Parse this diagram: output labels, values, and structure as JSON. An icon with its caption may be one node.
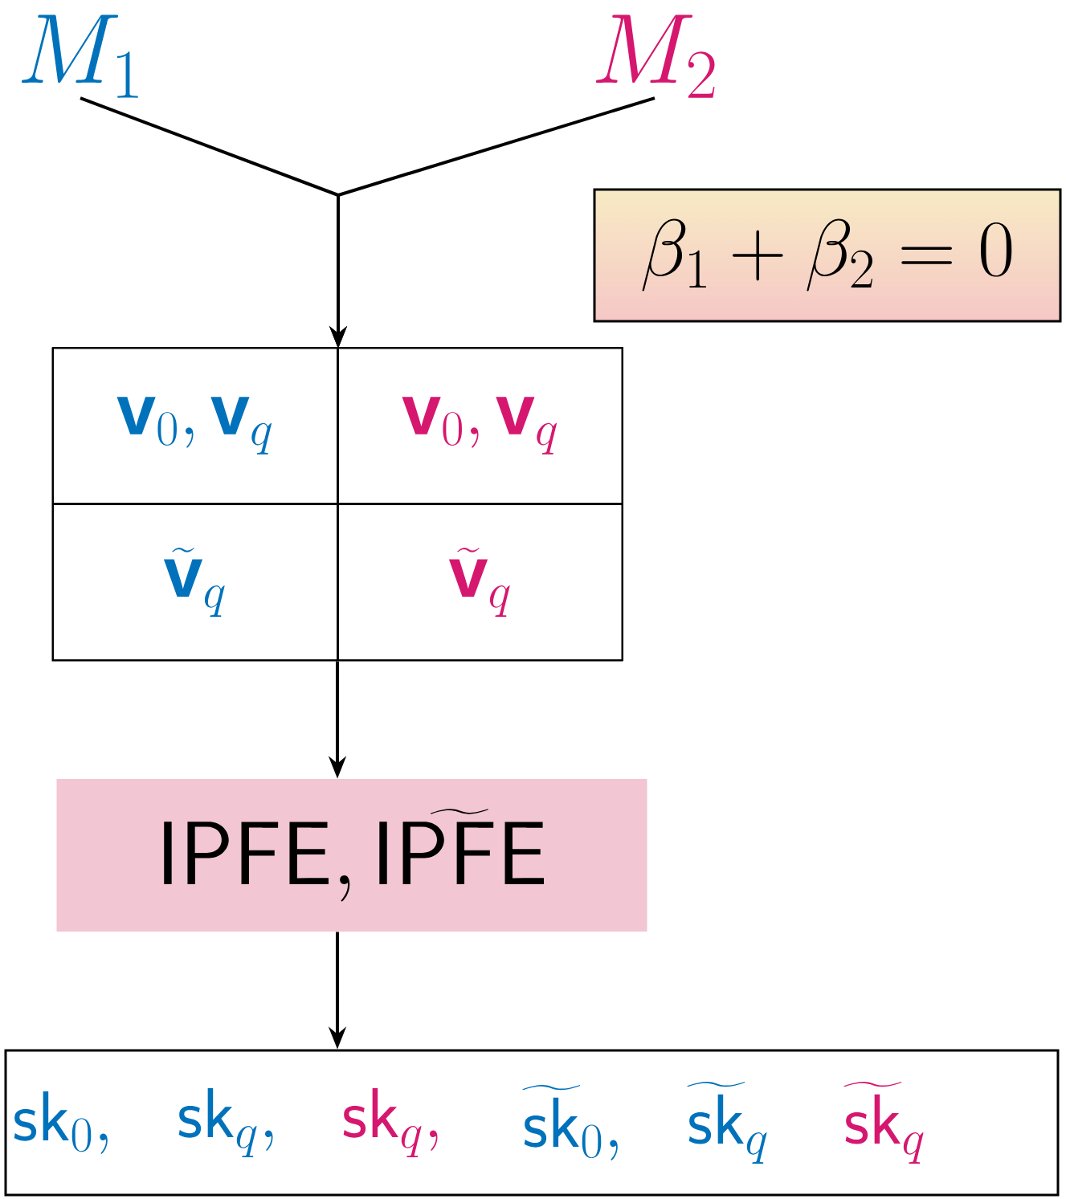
{
  "diagram": {
    "nodes": [
      {
        "text": [
          "M_1"
        ]
      },
      {
        "text": [
          "M_2"
        ]
      },
      {
        "text": [],
        "shape": "box"
      },
      {
        "text": [
          "\\mathbf{v}_0, \\mathbf{v}_q"
        ],
        "in": 2
      },
      {
        "text": [
          "\\mathbf{v}_0, \\mathbf{v}_q"
        ],
        "in": 2
      },
      {
        "text": [
          "\\widetilde{\\mathbf{v}}_q"
        ],
        "in": 2
      },
      {
        "text": [
          "\\widetilde{\\mathbf{v}}_q"
        ],
        "in": 2
      },
      {
        "text": [
          "\\beta_1 + \\beta_2 = 0"
        ]
      },
      {
        "text": [
          "\\mathsf{IPFE}, \\widetilde{\\mathsf{IPFE}}"
        ]
      },
      {
        "text": [
          "\\mathsf{sk}_0,",
          "\\mathsf{sk}_q,",
          "\\mathsf{sk}_q,",
          "\\widetilde{\\mathsf{sk}}_0,",
          "\\widetilde{\\mathsf{sk}}_q",
          "\\widetilde{\\mathsf{sk}}_q"
        ]
      }
    ],
    "edges": [
      {
        "from": 0,
        "to": 2,
        "arrow": "to"
      },
      {
        "from": 1,
        "to": 2,
        "arrow": "to"
      },
      {
        "from": 2,
        "to": 8,
        "arrow": "to"
      },
      {
        "from": 8,
        "to": 9,
        "arrow": "to"
      }
    ]
  }
}
